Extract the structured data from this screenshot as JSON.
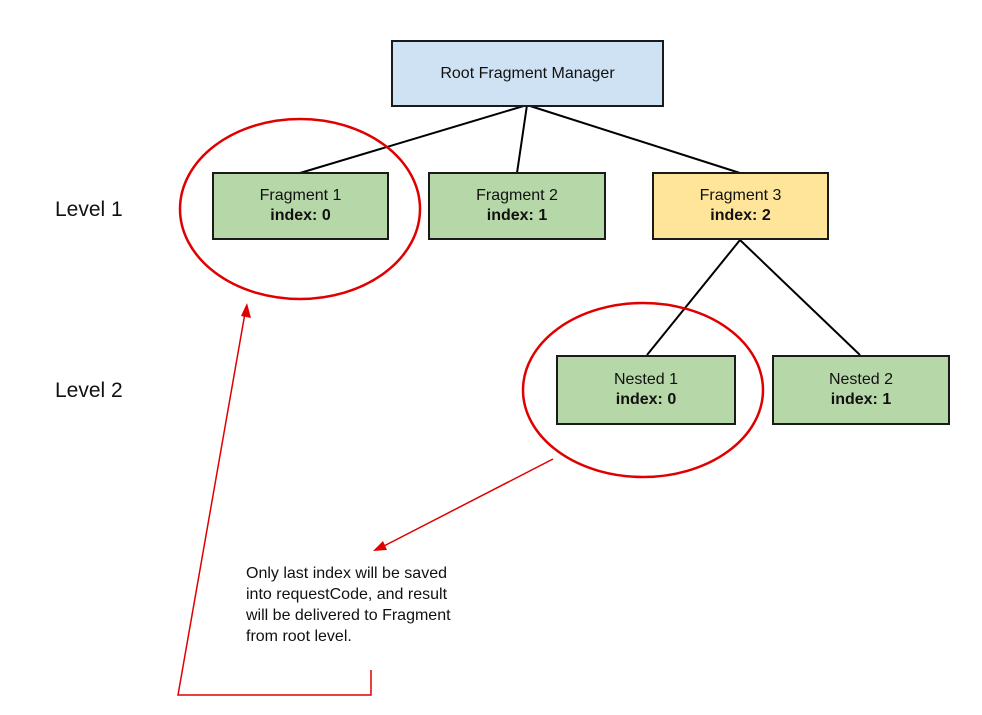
{
  "root": {
    "label": "Root Fragment Manager"
  },
  "levels": [
    "Level 1",
    "Level 2"
  ],
  "fragments": [
    {
      "name": "Fragment 1",
      "index": "index: 0"
    },
    {
      "name": "Fragment 2",
      "index": "index: 1"
    },
    {
      "name": "Fragment 3",
      "index": "index: 2"
    }
  ],
  "nested": [
    {
      "name": "Nested 1",
      "index": "index: 0"
    },
    {
      "name": "Nested 2",
      "index": "index: 1"
    }
  ],
  "note": {
    "lines": [
      "Only last index will be saved",
      "into requestCode, and result",
      "will be delivered to Fragment",
      "from root level."
    ]
  },
  "colors": {
    "fragment_fill": "#b6d7a8",
    "root_fill": "#cfe2f3",
    "highlight_fill": "#ffe599",
    "annotation": "#e00000"
  }
}
